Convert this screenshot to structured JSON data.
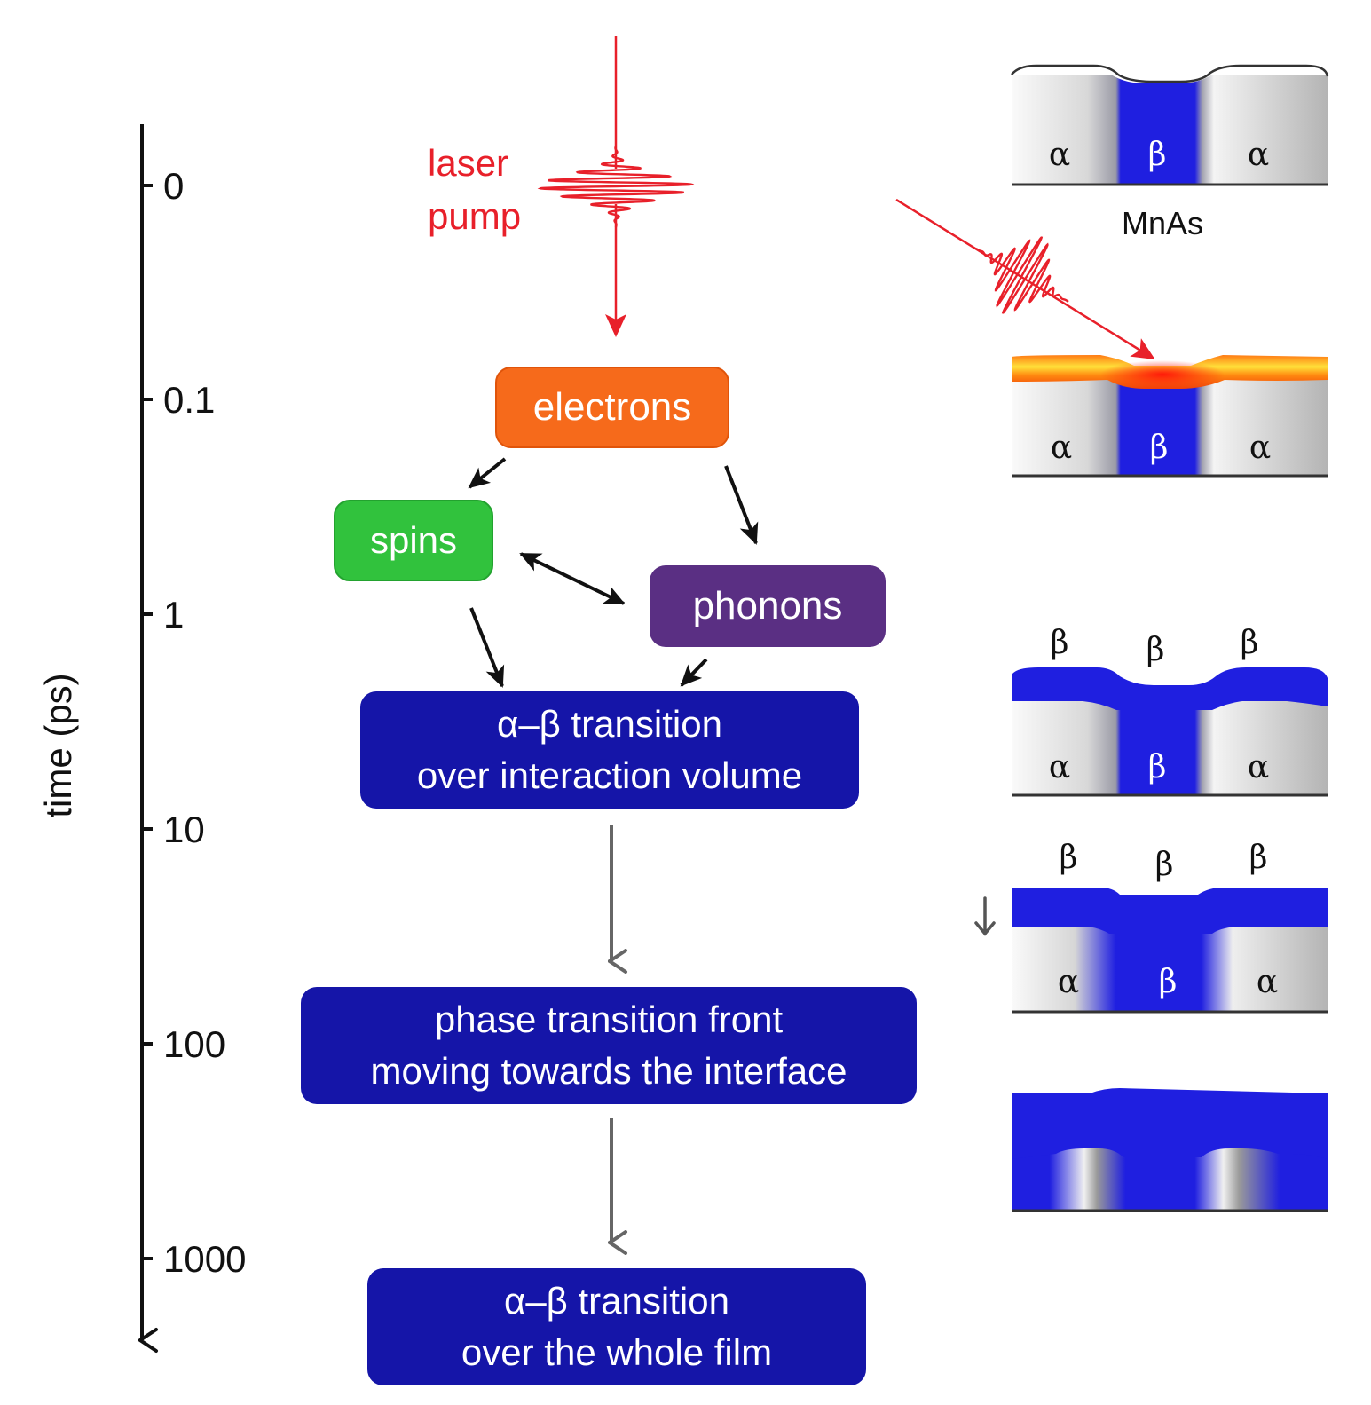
{
  "axis": {
    "label": "time (ps)",
    "ticks": [
      "0",
      "0.1",
      "1",
      "10",
      "100",
      "1000"
    ]
  },
  "laser": {
    "line1": "laser",
    "line2": "pump"
  },
  "process": {
    "electrons": "electrons",
    "spins": "spins",
    "phonons": "phonons",
    "transition_volume": [
      "α–β transition",
      "over interaction volume"
    ],
    "front": [
      "phase transition front",
      "moving towards the interface"
    ],
    "transition_film": [
      "α–β transition",
      "over the whole film"
    ]
  },
  "material": {
    "name": "MnAs",
    "alpha": "α",
    "beta": "β"
  },
  "colors": {
    "laser": "#e8202a",
    "electrons": "#f66a1b",
    "spins": "#31c23d",
    "phonons": "#5a2f83",
    "transition": "#1515a8",
    "beta_phase": "#1f1fe0"
  }
}
